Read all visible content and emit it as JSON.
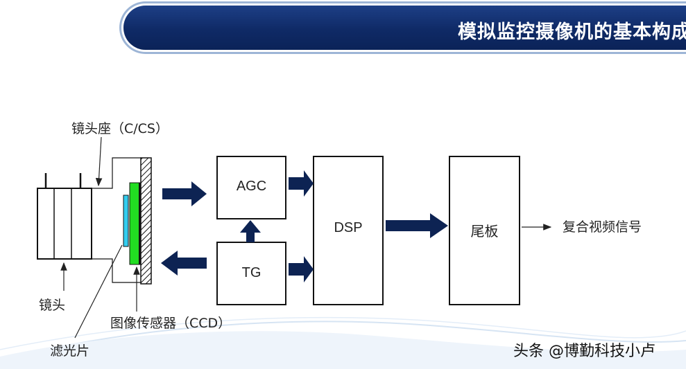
{
  "title": "模拟监控摄像机的基本构成",
  "labels": {
    "lens_mount": "镜头座（C/CS）",
    "lens": "镜头",
    "filter": "滤光片",
    "sensor": "图像传感器（CCD）",
    "output": "复合视频信号"
  },
  "blocks": {
    "agc": "AGC",
    "tg": "TG",
    "dsp": "DSP",
    "tail_board": "尾板"
  },
  "watermark": "头条 @博勤科技小卢",
  "colors": {
    "title_bg": "#0f2a66",
    "arrow": "#0d2353",
    "filter": "#33ccee",
    "sensor": "#22dd22",
    "wave": "#c9dcef"
  }
}
